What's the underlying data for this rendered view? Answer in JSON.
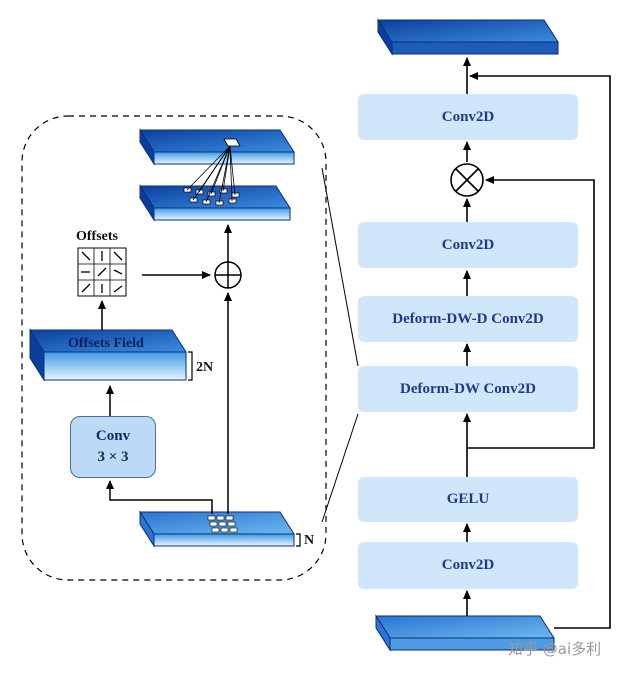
{
  "right_column": {
    "conv2d_top": "Conv2D",
    "conv2d_mid": "Conv2D",
    "deform_dwd": "Deform-DW-D Conv2D",
    "deform_dw": "Deform-DW Conv2D",
    "gelu": "GELU",
    "conv2d_bottom": "Conv2D"
  },
  "left_detail": {
    "offsets_label": "Offsets",
    "offsets_field_label": "Offsets Field",
    "conv_line1": "Conv",
    "conv_line2": "3 × 3",
    "dim_2n": "2N",
    "dim_n": "N"
  },
  "watermark": "知乎 @ai多利",
  "colors": {
    "box_fill": "#cfe6fb",
    "box_text": "#1f3a8a",
    "slab_top": "#1f5fbf",
    "slab_front": "#bfe6fb"
  }
}
